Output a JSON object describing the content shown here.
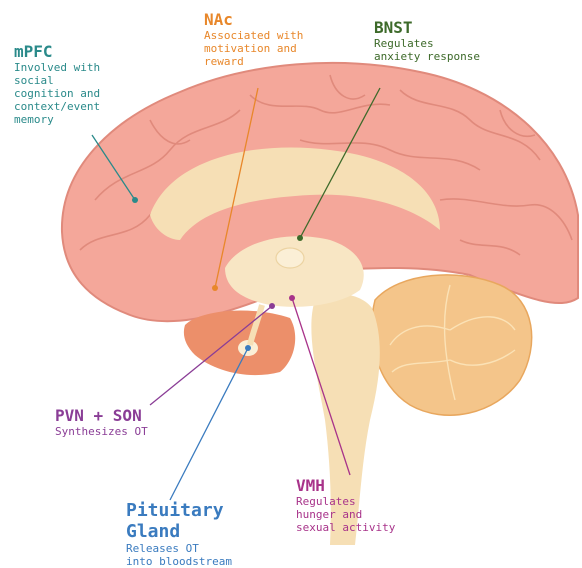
{
  "labels": {
    "mpfc": {
      "name": "mPFC",
      "desc": "Involved with\nsocial\ncognition and\ncontext/event\nmemory"
    },
    "nac": {
      "name": "NAc",
      "desc": "Associated with\nmotivation and\nreward"
    },
    "bnst": {
      "name": "BNST",
      "desc": "Regulates\nanxiety response"
    },
    "pvn_son": {
      "name": "PVN + SON",
      "desc": "Synthesizes OT"
    },
    "vmh": {
      "name": "VMH",
      "desc": "Regulates\nhunger and\nsexual activity"
    },
    "pituitary": {
      "name": "Pituitary\nGland",
      "desc": "Releases OT\ninto bloodstream"
    }
  },
  "colors": {
    "mpfc": "#2a8a8a",
    "nac": "#e8872a",
    "bnst": "#3d6a2a",
    "pvn_son": "#8a3d96",
    "vmh": "#a8338a",
    "pituitary": "#3a7bbf",
    "cortex": "#f4a79a",
    "cortex_line": "#e08a7c",
    "inner": "#f6dfb5",
    "cerebellum": "#f4c58a",
    "temporal": "#ec8f6a"
  }
}
